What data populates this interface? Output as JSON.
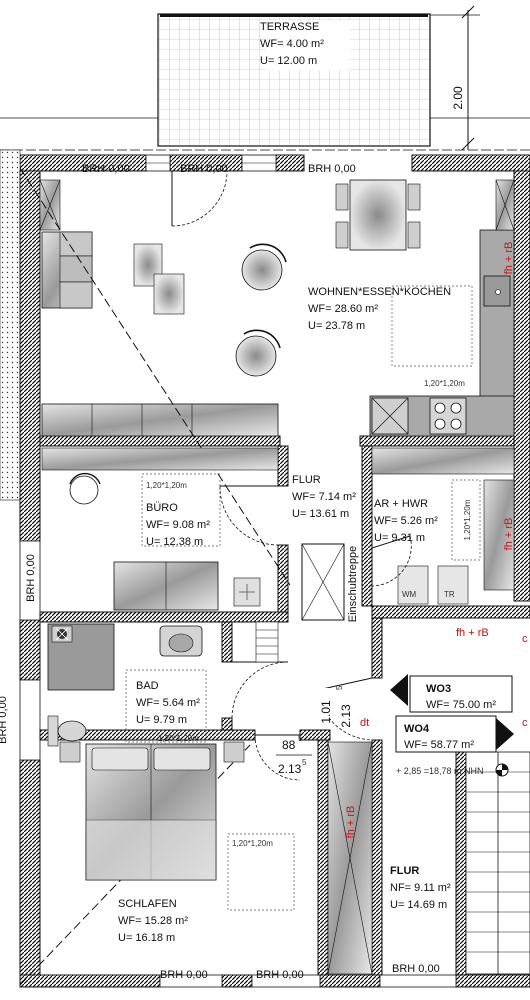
{
  "rooms": {
    "terrasse": {
      "name": "TERRASSE",
      "wf": "WF= 4.00 m²",
      "u": "U= 12.00 m"
    },
    "wohnen": {
      "name": "WOHNEN*ESSEN*KOCHEN",
      "wf": "WF= 28.60 m²",
      "u": "U= 23.78 m"
    },
    "flur_top": {
      "name": "FLUR",
      "wf": "WF= 7.14 m²",
      "u": "U= 13.61 m"
    },
    "buero": {
      "name": "BÜRO",
      "wf": "WF= 9.08 m²",
      "u": "U= 12.38 m"
    },
    "ar_hwr": {
      "name": "AR + HWR",
      "wf": "WF= 5.26 m²",
      "u": "U= 9.31 m"
    },
    "bad": {
      "name": "BAD",
      "wf": "WF= 5.64 m²",
      "u": "U= 9.79 m"
    },
    "schlafen": {
      "name": "SCHLAFEN",
      "wf": "WF= 15.28 m²",
      "u": "U= 16.18 m"
    },
    "flur_bottom": {
      "name": "FLUR",
      "nf": "NF= 9.11 m²",
      "u": "U= 14.69 m"
    }
  },
  "units": {
    "wo3": {
      "name": "WO3",
      "wf": "WF= 75.00 m²"
    },
    "wo4": {
      "name": "WO4",
      "wf": "WF= 58.77 m²"
    }
  },
  "labels": {
    "brh_top1": "BRH 0,00",
    "brh_top2": "BRH 0,00",
    "brh_top3": "BRH 0,00",
    "brh_left1": "BRH 0,00",
    "brh_left2": "BRH 0,00",
    "brh_bottom1": "BRH 0,00",
    "brh_bottom2": "BRH 0,00",
    "brh_bottom3": "BRH 0,00",
    "turning_circle": "1,20*1,20m",
    "einschubtreppe": "Einschubtreppe",
    "fh_rb": "fh + rB",
    "dt": "dt",
    "wm": "WM",
    "tr": "TR",
    "elevation": "+ 2,85 =18,78 m NHN",
    "cut_letter": "c"
  },
  "dims": {
    "terrace_depth": "2.00",
    "door_w1": "1.01",
    "door_h1": "2.13",
    "door_h1_sup": "5",
    "door_w2": "88",
    "door_w2_sup": "5",
    "door_h2": "2.13",
    "door_h2_sup": "5"
  },
  "colors": {
    "wall_hatch": "#1a1a1a",
    "red_text": "#d01010",
    "furniture_gray": "#bdbdbd",
    "counter_gray": "#a9a9a9"
  }
}
